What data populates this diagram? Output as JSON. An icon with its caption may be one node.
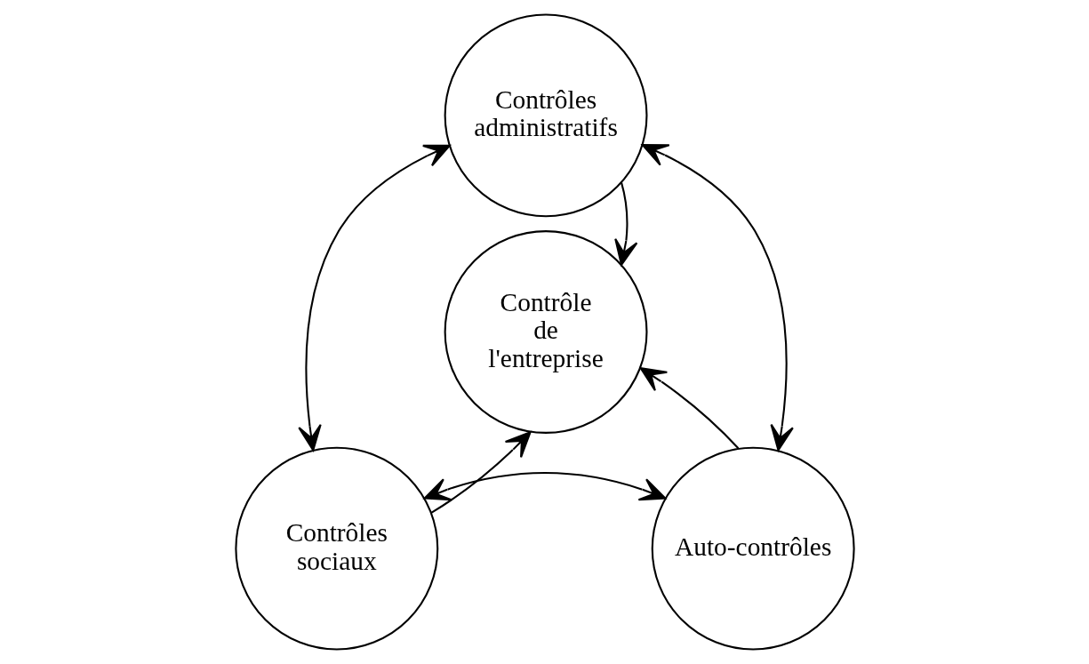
{
  "diagram": {
    "nodes": [
      {
        "text": [
          "Contrôles administratifs"
        ]
      },
      {
        "text": [
          "Contrôle de l'entreprise"
        ]
      },
      {
        "text": [
          "Contrôles sociaux"
        ]
      },
      {
        "text": [
          "Auto-contrôles"
        ]
      }
    ],
    "edges": [
      {
        "from": 0,
        "to": 1,
        "arrow": "to"
      },
      {
        "from": 2,
        "to": 1,
        "arrow": "to"
      },
      {
        "from": 3,
        "to": 1,
        "arrow": "to"
      },
      {
        "from": 0,
        "to": 2,
        "arrow": "both"
      },
      {
        "from": 0,
        "to": 3,
        "arrow": "both"
      },
      {
        "from": 2,
        "to": 3,
        "arrow": "both"
      }
    ]
  }
}
